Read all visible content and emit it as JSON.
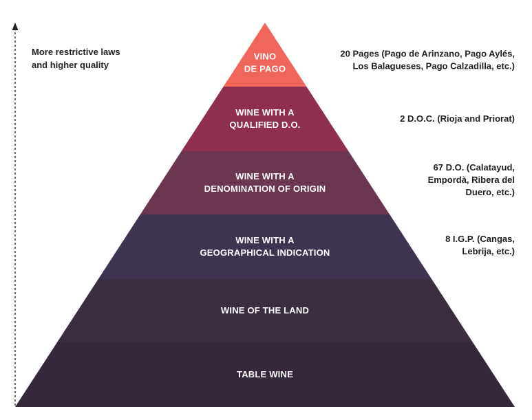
{
  "axis": {
    "label_lines": [
      "More restrictive laws",
      "and higher quality"
    ],
    "arrow_color": "#1f1f1f"
  },
  "layers": [
    {
      "id": "vino-de-pago",
      "lines": [
        "VINO",
        "DE PAGO"
      ],
      "color": "#f0665a",
      "note": [
        "20 Pages (Pago de Arinzano, Pago Aylés,",
        "Los Balagueses, Pago Calzadilla, etc.)"
      ]
    },
    {
      "id": "qualified-do",
      "lines": [
        "WINE WITH A",
        "QUALIFIED D.O."
      ],
      "color": "#8f2f4f",
      "note": [
        "2 D.O.C. (Rioja and Priorat)"
      ]
    },
    {
      "id": "denomination-of-origin",
      "lines": [
        "WINE WITH A",
        "DENOMINATION OF ORIGIN"
      ],
      "color": "#6c3550",
      "note": [
        "67 D.O. (Calatayud,",
        "Empordà, Ribera del",
        "Duero, etc.)"
      ]
    },
    {
      "id": "geographical-indication",
      "lines": [
        "WINE WITH A",
        "GEOGRAPHICAL INDICATION"
      ],
      "color": "#3e3450",
      "note": [
        "8 I.G.P. (Cangas,",
        "Lebrija, etc.)"
      ]
    },
    {
      "id": "wine-of-the-land",
      "lines": [
        "WINE OF THE LAND"
      ],
      "color": "#3a2d3f",
      "note": []
    },
    {
      "id": "table-wine",
      "lines": [
        "TABLE WINE"
      ],
      "color": "#34283a",
      "note": []
    }
  ]
}
